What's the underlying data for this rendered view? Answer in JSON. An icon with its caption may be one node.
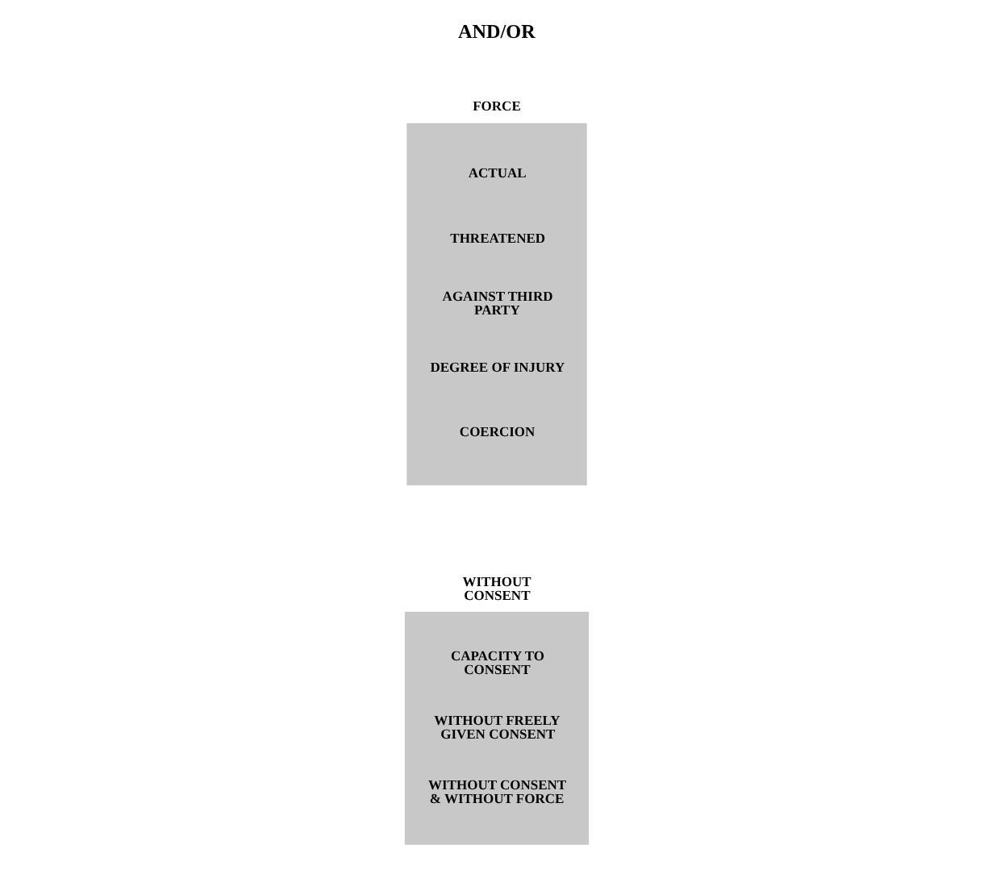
{
  "diagram": {
    "title": "AND/OR",
    "nodes": [
      {
        "text": [
          "FORCE",
          "ACTUAL",
          "THREATENED",
          "AGAINST THIRD PARTY",
          "DEGREE OF INJURY",
          "COERCION"
        ]
      },
      {
        "text": [
          "WITHOUT CONSENT",
          "CAPACITY TO CONSENT",
          "WITHOUT FREELY GIVEN CONSENT",
          "WITHOUT CONSENT & WITHOUT FORCE"
        ]
      }
    ],
    "edges": []
  }
}
